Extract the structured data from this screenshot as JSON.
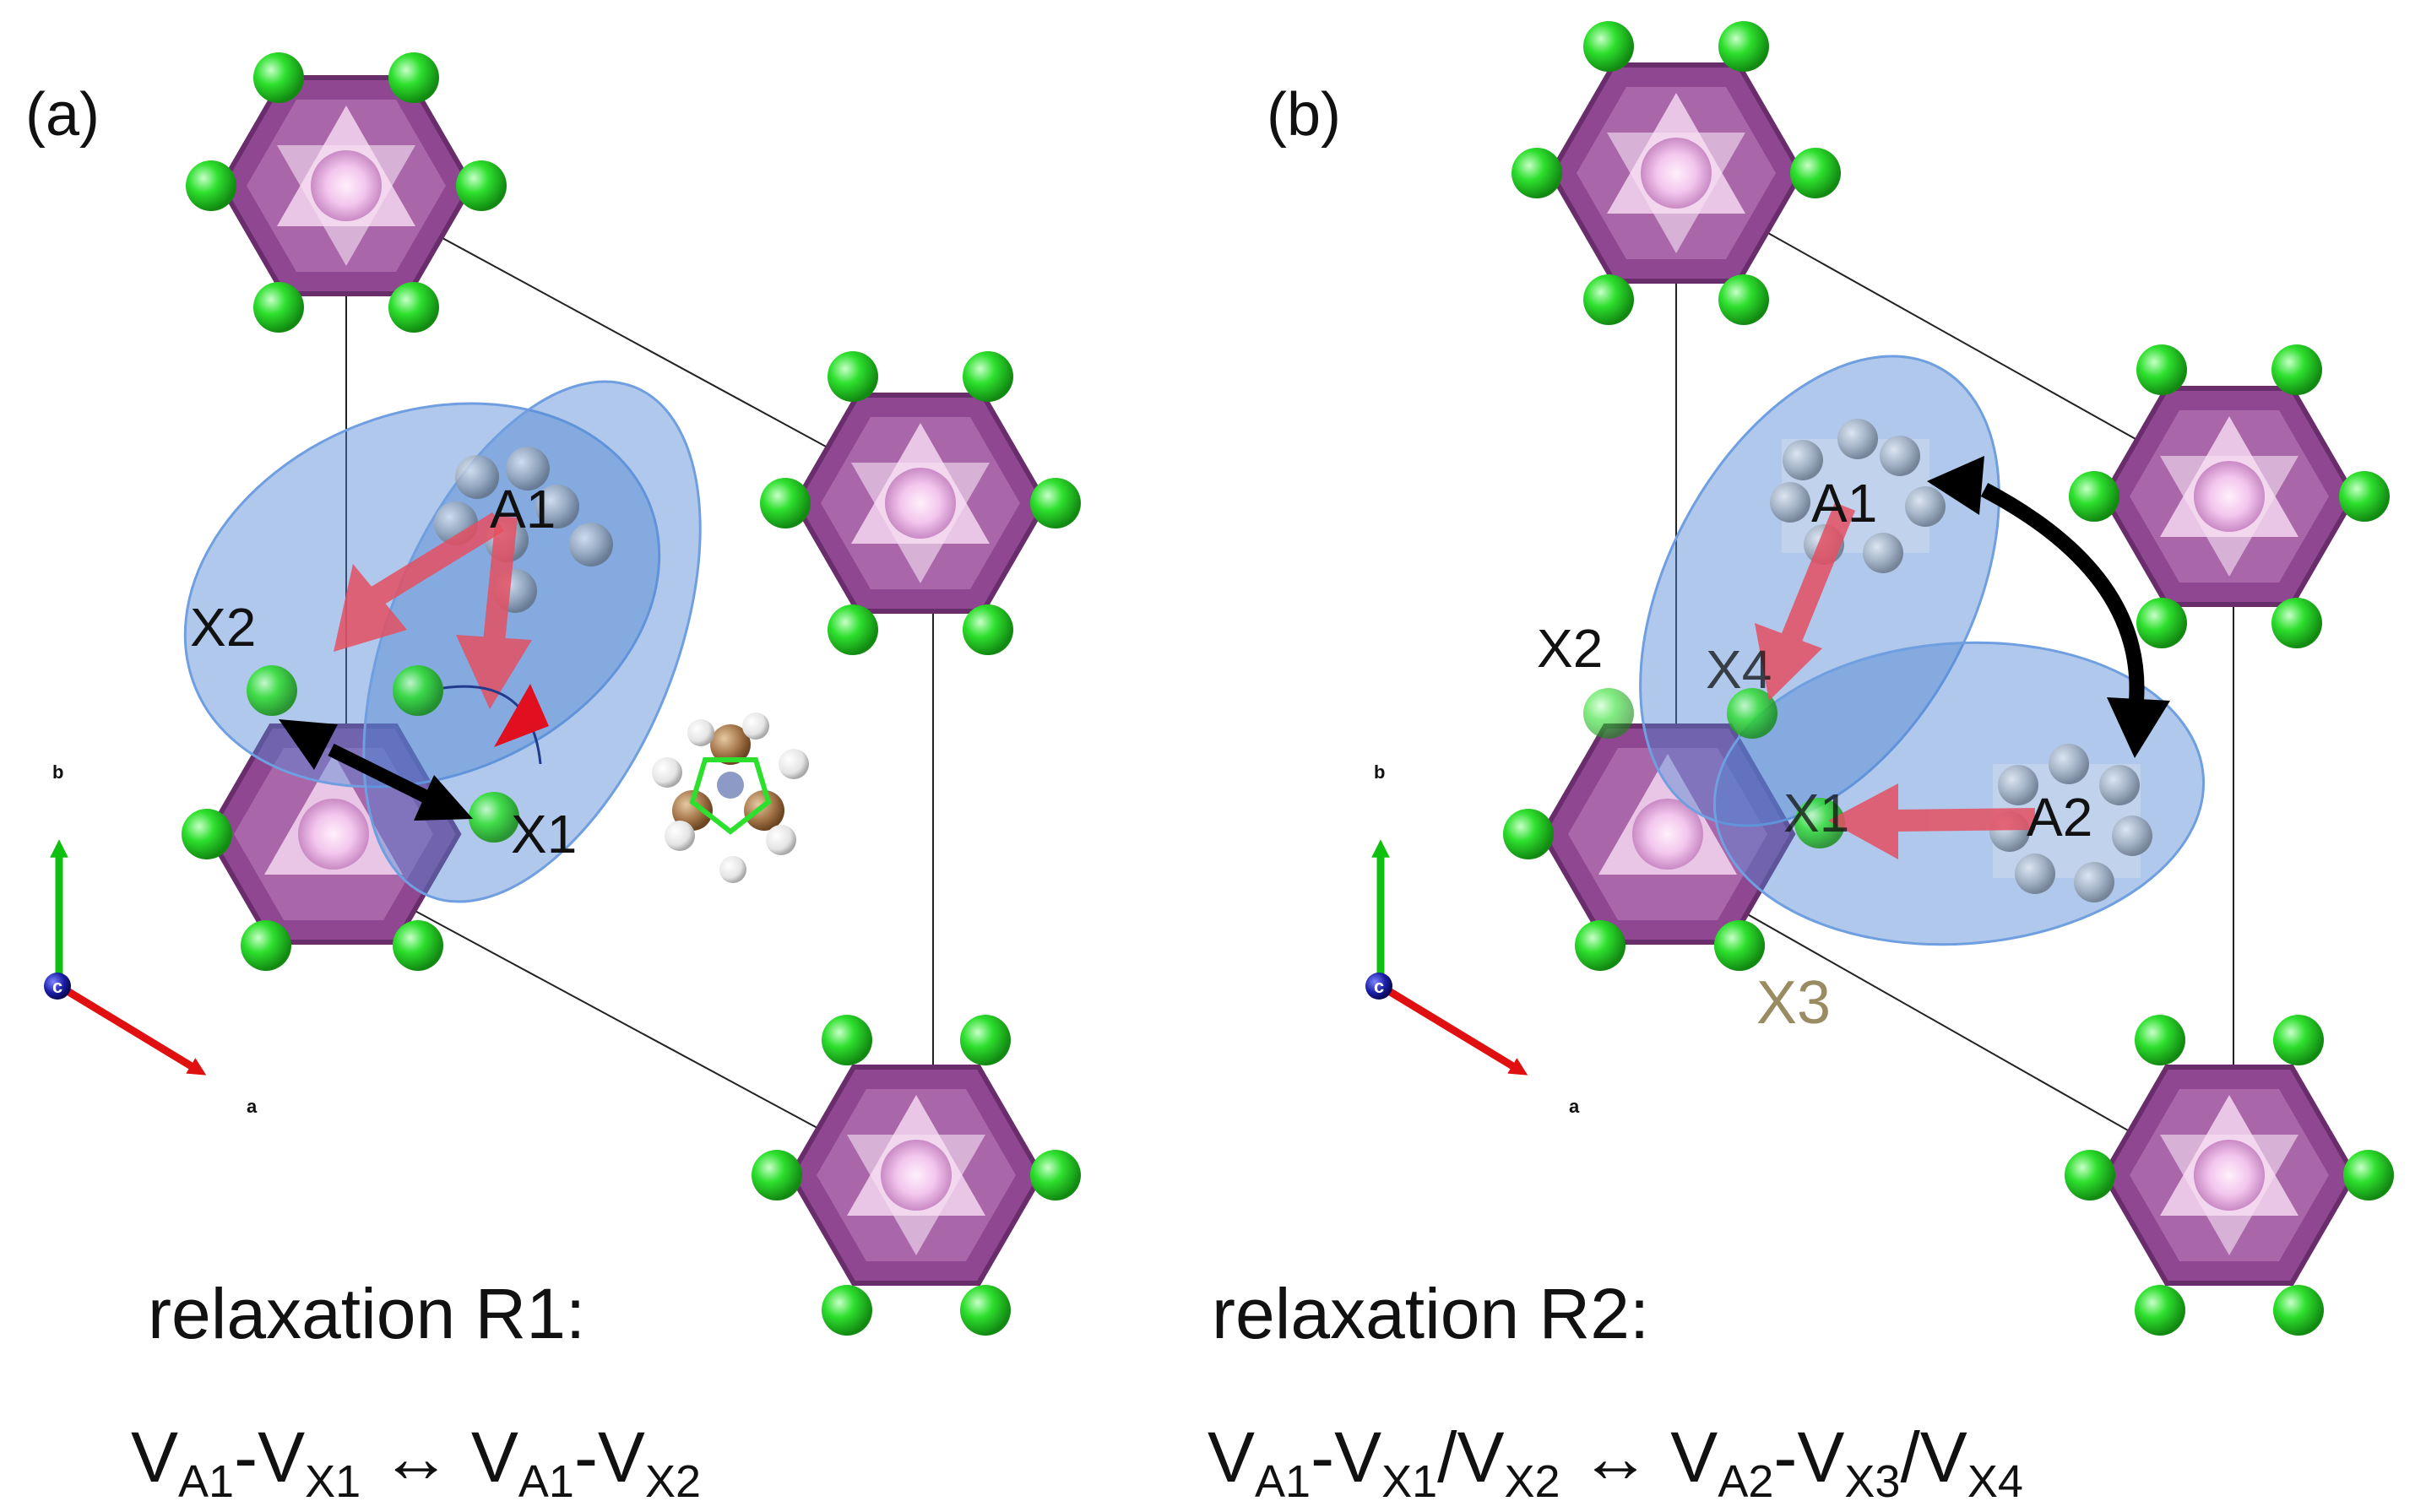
{
  "panels": [
    {
      "id": "a",
      "label": "(a)",
      "sites": {
        "A1": "A1",
        "X1": "X1",
        "X2": "X2"
      },
      "axes": {
        "b": "b",
        "c": "c",
        "a": "a"
      },
      "caption": {
        "title": "relaxation R1:",
        "eq": {
          "t1": "V",
          "s1": "A1",
          "t2": "-V",
          "s2": "X1",
          "arrow": " ↔ ",
          "t3": "V",
          "s3": "A1",
          "t4": "-V",
          "s4": "X2"
        }
      }
    },
    {
      "id": "b",
      "label": "(b)",
      "sites": {
        "A1": "A1",
        "A2": "A2",
        "X1": "X1",
        "X2": "X2",
        "X3": "X3",
        "X4": "X4"
      },
      "axes": {
        "b": "b",
        "c": "c",
        "a": "a"
      },
      "caption": {
        "title": "relaxation R2:",
        "eq": {
          "t1": "V",
          "s1": "A1",
          "t2": "-V",
          "s2": "X1",
          "t3": "/V",
          "s3": "X2",
          "arrow": " ↔ ",
          "t4": "V",
          "s4": "A2",
          "t5": "-V",
          "s5": "X3",
          "t6": "/V",
          "s6": "X4"
        }
      }
    }
  ],
  "colors": {
    "octahedron": "#8a3f8a",
    "octahedron_center": "#f4c8f0",
    "halide_atom": "#2ecc2e",
    "ellipse": "#5b8fd4",
    "migration_arrow": "#e05060",
    "exchange_arrow": "#000000",
    "axis_a": "#e01010",
    "axis_b": "#10c010",
    "axis_c": "#101090",
    "x3_label": "#9a8c62"
  }
}
